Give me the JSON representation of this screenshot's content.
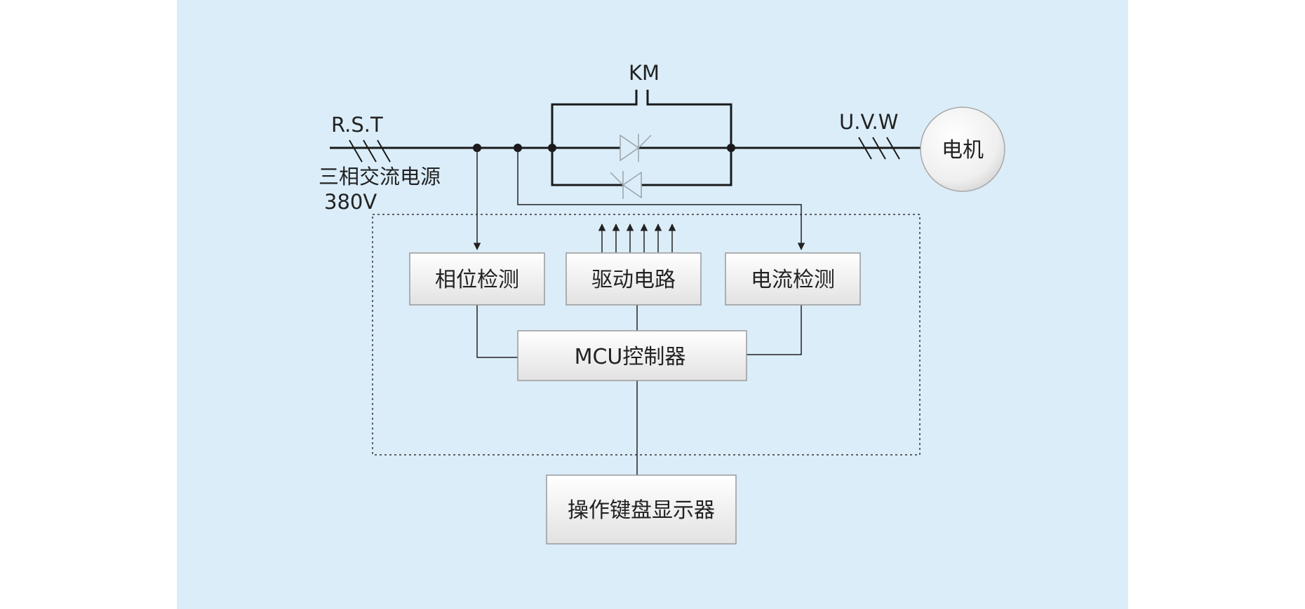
{
  "colors": {
    "panel_bg": "#dbedf9",
    "line": "#1a1a1a",
    "thin_line": "#333333",
    "box_border": "#9a9a9a",
    "box_fill_top": "#ffffff",
    "box_fill_bottom": "#e3e3e3",
    "diode": "#9aa3aa"
  },
  "labels": {
    "input_phases": "R.S.T",
    "input_source": "三相交流电源",
    "input_voltage": "380V",
    "contactor": "KM",
    "output_phases": "U.V.W",
    "motor": "电机"
  },
  "blocks": {
    "phase_detect": "相位检测",
    "driver": "驱动电路",
    "current_detect": "电流检测",
    "mcu": "MCU控制器",
    "keypad_display": "操作键盘显示器"
  },
  "icons": {
    "thyristor_forward": "thyristor-forward-icon",
    "thyristor_reverse": "thyristor-reverse-icon",
    "motor": "motor-circle-icon"
  }
}
